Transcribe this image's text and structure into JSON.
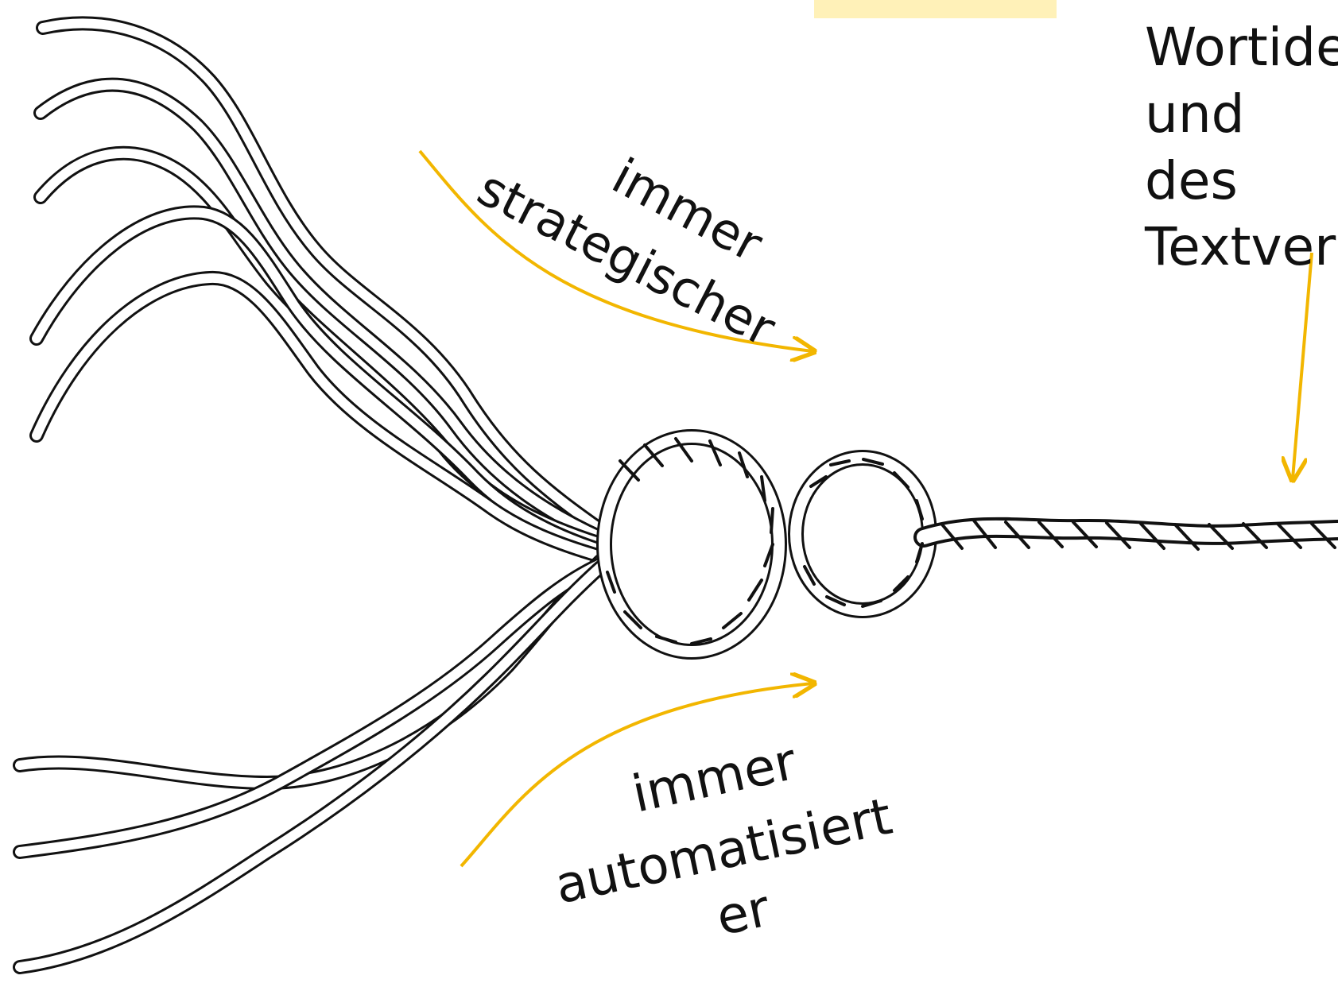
{
  "colors": {
    "background": "#ffffff",
    "arrow": "#f2b600",
    "highlight_box": "#fff1b8",
    "rope_stroke": "#111111",
    "text": "#111111"
  },
  "labels": {
    "top_right": "Wortide\nund des\nTextver",
    "strategic_line_1": "immer",
    "strategic_line_2": "strategischer",
    "automatic_line_1": "immer",
    "automatic_line_2": "automatisiert",
    "automatic_line_3": "er"
  },
  "icons": {
    "top_arrow": "curved-arrow-right-icon",
    "bottom_arrow": "curved-arrow-right-icon",
    "right_arrow": "arrow-down-icon"
  }
}
